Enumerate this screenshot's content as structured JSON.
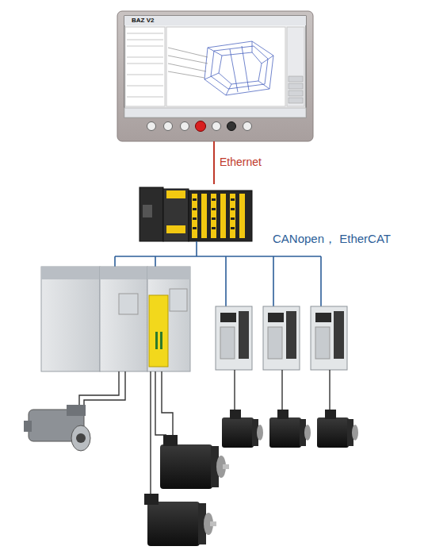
{
  "diagram": {
    "labels": [
      "BAZ V2",
      "Ethernet",
      "CANopen， EtherCAT"
    ]
  }
}
